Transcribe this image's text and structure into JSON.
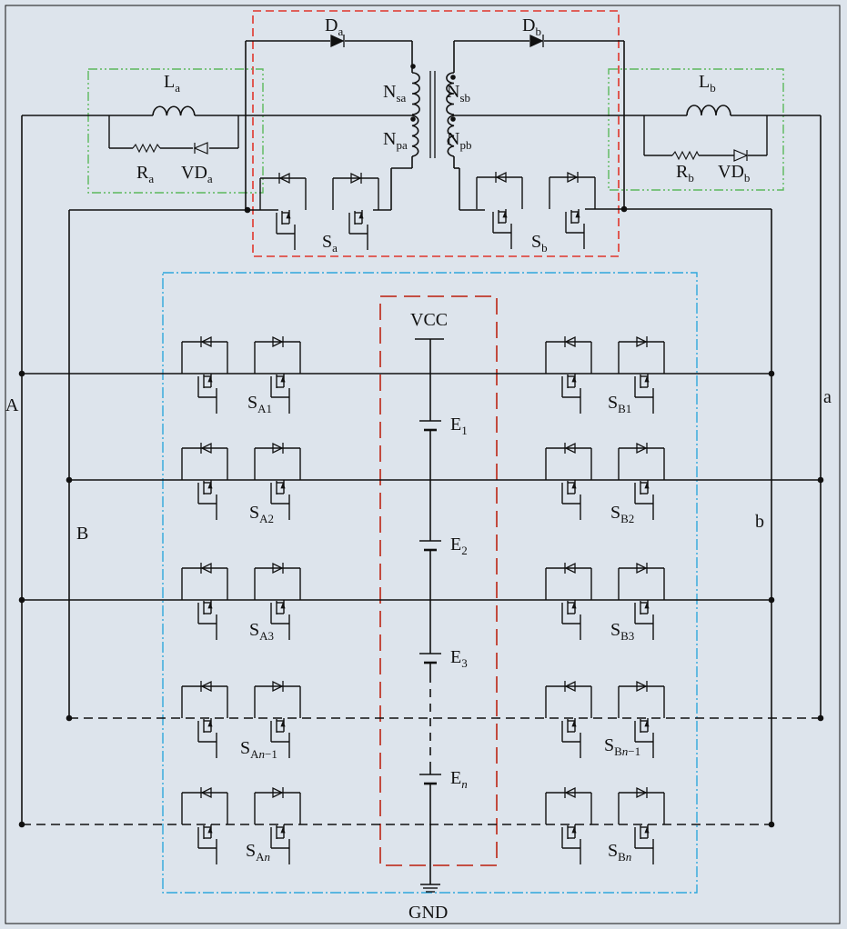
{
  "title": "",
  "colors": {
    "background": "#dde4ec",
    "wire": "#111111",
    "transformer_box": "#e0352b",
    "balancer_box": "#5cb85c",
    "switch_array_box": "#2fa7dc",
    "battery_box": "#c0392b"
  },
  "labels": {
    "Da": "a",
    "Db": "b",
    "La": "a",
    "Lb": "b",
    "Ra": "a",
    "Rb": "b",
    "VDa": "a",
    "VDb": "b",
    "Nsa": "sa",
    "Npa": "pa",
    "Nsb": "sb",
    "Npb": "pb",
    "Sa": "a",
    "Sb": "b",
    "VCC": "VCC",
    "GND": "GND",
    "busA": "A",
    "busB": "B",
    "busa": "a",
    "busb": "b",
    "E1": "1",
    "E2": "2",
    "E3": "3",
    "En": "n",
    "SA1": "A1",
    "SA2": "A2",
    "SA3": "A3",
    "SAn1_a": "A",
    "SAn1_b": "n",
    "SAn1_c": "−1",
    "SAn_a": "A",
    "SAn_b": "n",
    "SB1": "B1",
    "SB2": "B2",
    "SB3": "B3",
    "SBn1_a": "B",
    "SBn1_b": "n",
    "SBn1_c": "−1",
    "SBn_a": "B",
    "SBn_b": "n"
  }
}
